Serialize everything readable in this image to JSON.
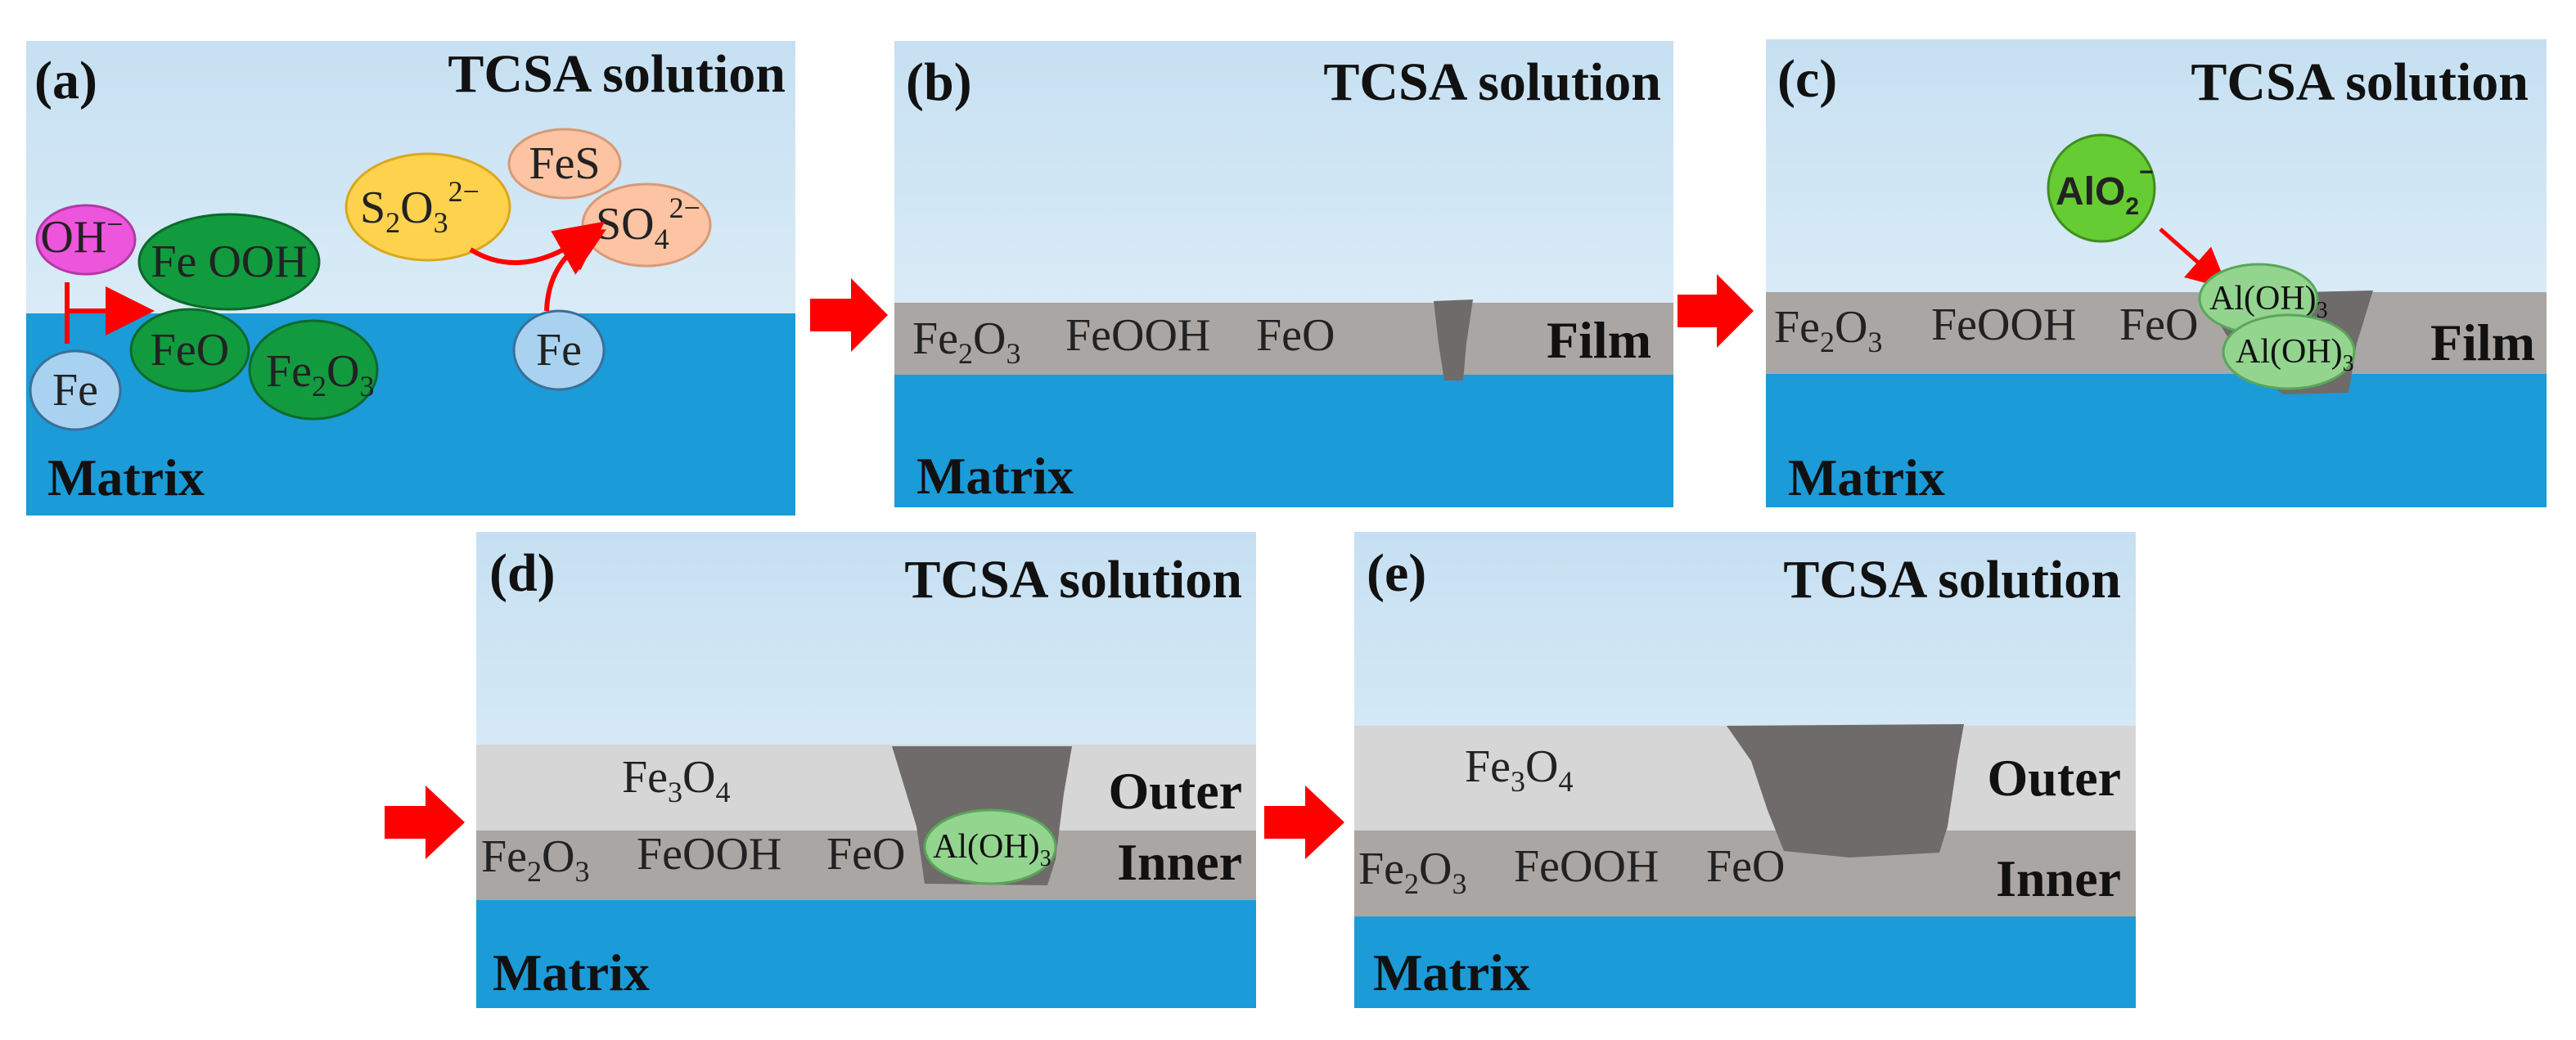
{
  "colors": {
    "solution_top": "#c9e3f3",
    "solution_bottom": "#e6f3fa",
    "matrix": "#1b9bd8",
    "film": "#aaa6a3",
    "outer_film": "#d6d6d6",
    "pit": "#6f6b6a",
    "arrow": "#ff0000",
    "green_dark": "#129a3f",
    "green_light": "#93d48f",
    "aluminate": "#66cc33",
    "hydroxide": "#ee55dd",
    "thiosulfate": "#ffd24d",
    "sulfate": "#fcc4a2",
    "iron": "#a9d2f0"
  },
  "panels": {
    "a": {
      "letter": "(a)",
      "title": "TCSA solution",
      "matrix": "Matrix",
      "species": {
        "oh": {
          "base": "OH",
          "sup": "−"
        },
        "feooh": "Fe OOH",
        "feo": "FeO",
        "fe2o3": {
          "p1": "Fe",
          "s1": "2",
          "p2": "O",
          "s2": "3"
        },
        "fe_left": "Fe",
        "s2o3": {
          "p1": "S",
          "s1": "2",
          "p2": "O",
          "s2": "3",
          "sup": "2−"
        },
        "fes": "FeS",
        "so4": {
          "p1": "SO",
          "s1": "4",
          "sup": "2−"
        },
        "fe_right": "Fe"
      }
    },
    "b": {
      "letter": "(b)",
      "title": "TCSA solution",
      "matrix": "Matrix",
      "film": "Film",
      "fe2o3": {
        "p1": "Fe",
        "s1": "2",
        "p2": "O",
        "s2": "3"
      },
      "feooh": "FeOOH",
      "feo": "FeO"
    },
    "c": {
      "letter": "(c)",
      "title": "TCSA solution",
      "matrix": "Matrix",
      "film": "Film",
      "fe2o3": {
        "p1": "Fe",
        "s1": "2",
        "p2": "O",
        "s2": "3"
      },
      "feooh": "FeOOH",
      "feo": "FeO",
      "alo2": {
        "base": "AlO",
        "sub": "2",
        "sup": "−"
      },
      "aloh_top": {
        "base": "Al(OH)",
        "sub": "3"
      },
      "aloh_bottom": {
        "base": "Al(OH)",
        "sub": "3"
      }
    },
    "d": {
      "letter": "(d)",
      "title": "TCSA solution",
      "matrix": "Matrix",
      "outer": "Outer",
      "inner": "Inner",
      "fe3o4": {
        "p1": "Fe",
        "s1": "3",
        "p2": "O",
        "s2": "4"
      },
      "fe2o3": {
        "p1": "Fe",
        "s1": "2",
        "p2": "O",
        "s2": "3"
      },
      "feooh": "FeOOH",
      "feo": "FeO",
      "aloh": {
        "base": "Al(OH)",
        "sub": "3"
      }
    },
    "e": {
      "letter": "(e)",
      "title": "TCSA solution",
      "matrix": "Matrix",
      "outer": "Outer",
      "inner": "Inner",
      "fe3o4": {
        "p1": "Fe",
        "s1": "3",
        "p2": "O",
        "s2": "4"
      },
      "fe2o3": {
        "p1": "Fe",
        "s1": "2",
        "p2": "O",
        "s2": "3"
      },
      "feooh": "FeOOH",
      "feo": "FeO"
    }
  }
}
